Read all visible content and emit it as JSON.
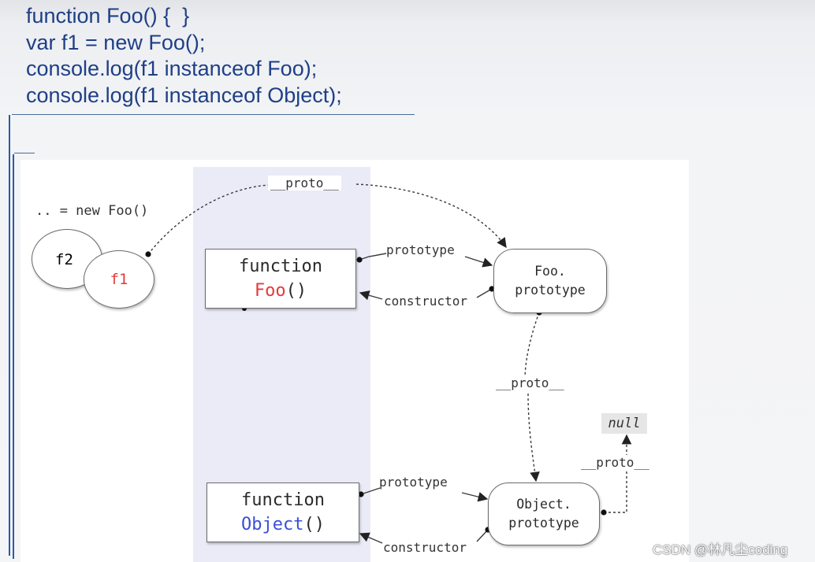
{
  "code": [
    "function Foo() {  }",
    "var f1 = new Foo();",
    "console.log(f1 instanceof Foo);",
    "console.log(f1 instanceof Object);"
  ],
  "diagram": {
    "new_expr": ".. = new Foo()",
    "f2": "f2",
    "f1": "f1",
    "foo_box": {
      "keyword": "function",
      "name": "Foo",
      "parens": "()"
    },
    "object_box": {
      "keyword": "function",
      "name": "Object",
      "parens": "()"
    },
    "foo_prototype": {
      "line1": "Foo.",
      "line2": "prototype"
    },
    "object_prototype": {
      "line1": "Object.",
      "line2": "prototype"
    },
    "null_label": "null",
    "edge_labels": {
      "proto_top": "__proto__",
      "prototype_foo": "prototype",
      "constructor_foo": "constructor",
      "proto_mid": "__proto__",
      "proto_null": "__proto__",
      "prototype_object": "prototype",
      "constructor_object": "constructor"
    },
    "colors": {
      "highlight_red": "#e53a3a",
      "highlight_blue": "#3a4fd6",
      "code_blue": "#1f3f86"
    }
  },
  "watermark": "CSDN @林凡尘coding"
}
